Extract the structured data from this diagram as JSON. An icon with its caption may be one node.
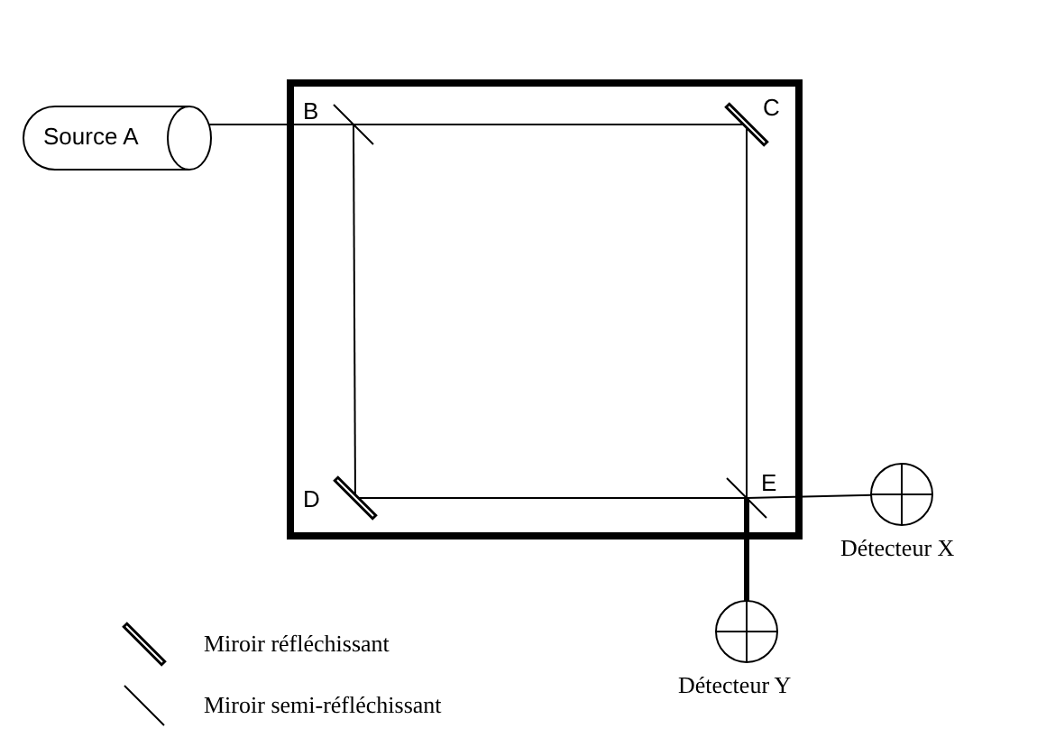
{
  "diagram": {
    "nodes": [
      {
        "text": [
          "Source A"
        ]
      },
      {
        "text": [
          "B"
        ]
      },
      {
        "text": [
          "C"
        ]
      },
      {
        "text": [
          "D"
        ]
      },
      {
        "text": [
          "E"
        ]
      },
      {
        "text": [],
        "shape": "circle",
        "beside": [
          "Détecteur X"
        ]
      },
      {
        "text": [],
        "shape": "circle",
        "beside": [
          "Détecteur Y"
        ]
      }
    ],
    "edges": [
      {
        "from": 0,
        "to": 1,
        "arrow": "none"
      },
      {
        "from": 1,
        "to": 2,
        "arrow": "none"
      },
      {
        "from": 1,
        "to": 3,
        "arrow": "none"
      },
      {
        "from": 2,
        "to": 4,
        "arrow": "none"
      },
      {
        "from": 3,
        "to": 4,
        "arrow": "none"
      },
      {
        "from": 4,
        "to": 5,
        "arrow": "none"
      },
      {
        "from": 4,
        "to": 6,
        "arrow": "none",
        "style": "thick"
      }
    ],
    "legend": [
      {
        "text": "Miroir réfléchissant"
      },
      {
        "text": "Miroir semi-réfléchissant"
      }
    ]
  }
}
